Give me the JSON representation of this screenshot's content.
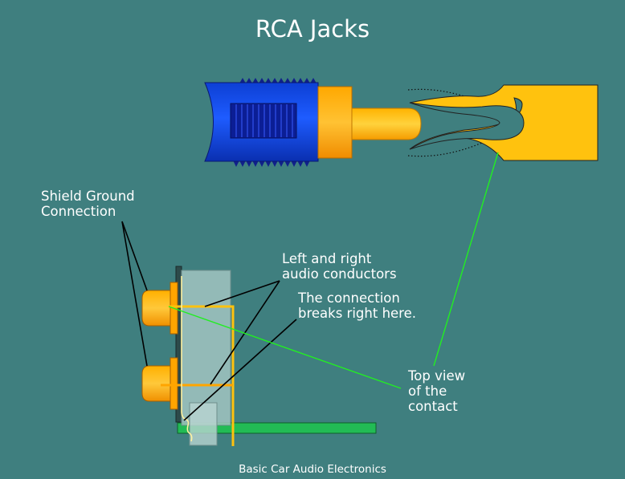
{
  "title": "RCA Jacks",
  "labels": {
    "shield_ground": [
      "Shield Ground",
      "Connection"
    ],
    "left_right": [
      "Left and right",
      "audio conductors"
    ],
    "connection_breaks": [
      "The connection",
      "breaks right here."
    ],
    "top_view": [
      "Top view",
      "of the",
      "contact"
    ]
  },
  "footer": "Basic Car Audio Electronics",
  "colors": {
    "background": "#3f7f7f",
    "plug_blue": "#1444e0",
    "plug_grip": "#0a1f9a",
    "gold": "#ffc20e",
    "orange": "#ffa500",
    "board_green": "#22bb55",
    "pointer_green": "#22ee22",
    "jack_body": "#8fb8b5"
  }
}
